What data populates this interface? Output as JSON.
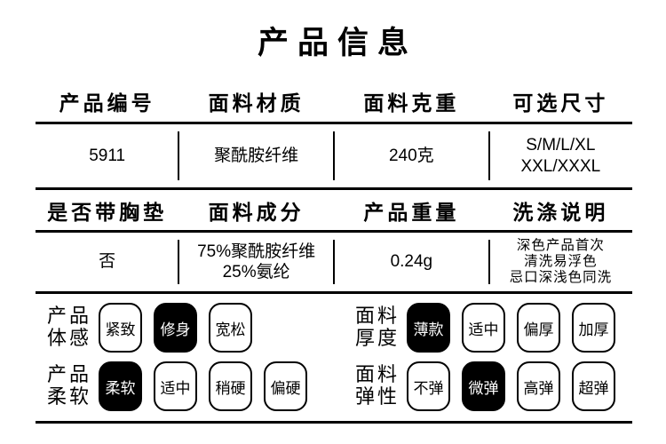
{
  "title": "产品信息",
  "spec_table": {
    "rows": [
      {
        "headers": [
          "产品编号",
          "面料材质",
          "面料克重",
          "可选尺寸"
        ],
        "values": [
          [
            "5911"
          ],
          [
            "聚酰胺纤维"
          ],
          [
            "240克"
          ],
          [
            "S/M/L/XL",
            "XXL/XXXL"
          ]
        ]
      },
      {
        "headers": [
          "是否带胸垫",
          "面料成分",
          "产品重量",
          "洗涤说明"
        ],
        "values": [
          [
            "否"
          ],
          [
            "75%聚酰胺纤维",
            "25%氨纶"
          ],
          [
            "0.24g"
          ],
          [
            "深色产品首次",
            "清洗易浮色",
            "忌口深浅色同洗"
          ]
        ]
      }
    ]
  },
  "attributes": [
    {
      "label_lines": [
        "产品",
        "体感"
      ],
      "options": [
        {
          "text": "紧致",
          "selected": false
        },
        {
          "text": "修身",
          "selected": true
        },
        {
          "text": "宽松",
          "selected": false
        }
      ]
    },
    {
      "label_lines": [
        "面料",
        "厚度"
      ],
      "options": [
        {
          "text": "薄款",
          "selected": true
        },
        {
          "text": "适中",
          "selected": false
        },
        {
          "text": "偏厚",
          "selected": false
        },
        {
          "text": "加厚",
          "selected": false
        }
      ]
    },
    {
      "label_lines": [
        "产品",
        "柔软"
      ],
      "options": [
        {
          "text": "柔软",
          "selected": true
        },
        {
          "text": "适中",
          "selected": false
        },
        {
          "text": "稍硬",
          "selected": false
        },
        {
          "text": "偏硬",
          "selected": false
        }
      ]
    },
    {
      "label_lines": [
        "面料",
        "弹性"
      ],
      "options": [
        {
          "text": "不弹",
          "selected": false
        },
        {
          "text": "微弹",
          "selected": true
        },
        {
          "text": "高弹",
          "selected": false
        },
        {
          "text": "超弹",
          "selected": false
        }
      ]
    }
  ],
  "colors": {
    "text": "#000000",
    "selected_bg": "#000000",
    "selected_text": "#ffffff",
    "background": "#ffffff"
  }
}
